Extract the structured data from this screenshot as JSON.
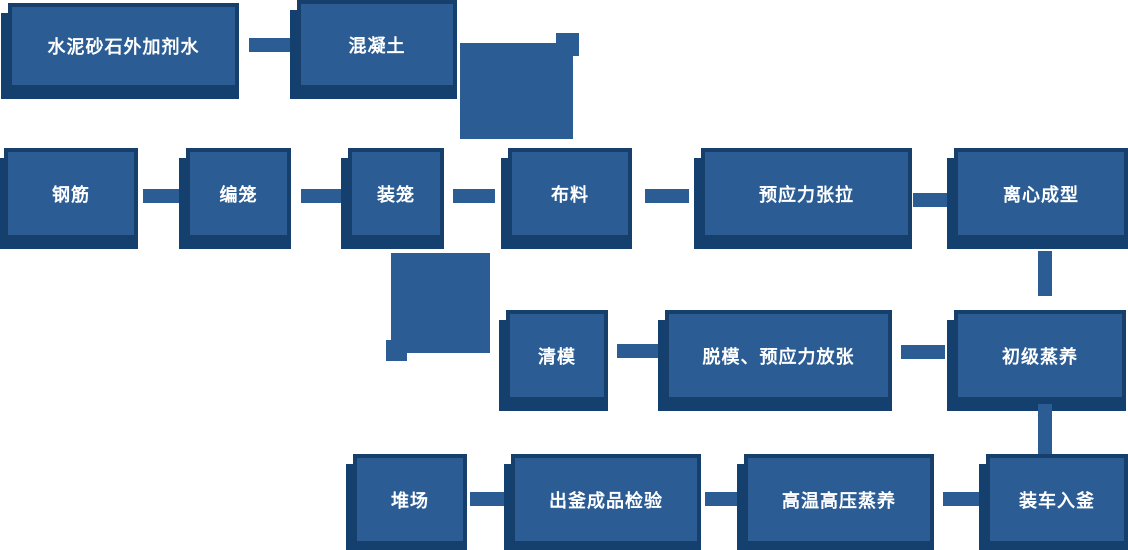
{
  "diagram": {
    "description": "Manufacturing process flowchart (prestressed concrete product production)",
    "colors": {
      "box_fill": "#2B5C94",
      "box_border": "#173F6B",
      "box_shadow": "#13406E",
      "connector": "#2B5C94",
      "text": "#FFFFFF",
      "background": "#FFFFFF"
    },
    "nodes": [
      {
        "id": "raw-materials",
        "label": "水泥砂石外加剂水"
      },
      {
        "id": "concrete",
        "label": "混凝土"
      },
      {
        "id": "steel-bar",
        "label": "钢筋"
      },
      {
        "id": "cage-weaving",
        "label": "编笼"
      },
      {
        "id": "cage-loading",
        "label": "装笼"
      },
      {
        "id": "material-distribution",
        "label": "布料"
      },
      {
        "id": "prestress-tensioning",
        "label": "预应力张拉"
      },
      {
        "id": "centrifugal-forming",
        "label": "离心成型"
      },
      {
        "id": "mold-cleaning",
        "label": "清模"
      },
      {
        "id": "demolding-prestress-release",
        "label": "脱模、预应力放张"
      },
      {
        "id": "primary-steam-curing",
        "label": "初级蒸养"
      },
      {
        "id": "stockyard",
        "label": "堆场"
      },
      {
        "id": "autoclave-product-inspection",
        "label": "出釜成品检验"
      },
      {
        "id": "high-temp-high-pressure-curing",
        "label": "高温高压蒸养"
      },
      {
        "id": "loading-into-autoclave",
        "label": "装车入釜"
      }
    ],
    "edges": [
      {
        "from": "raw-materials",
        "to": "concrete"
      },
      {
        "from": "concrete",
        "to": "material-distribution"
      },
      {
        "from": "steel-bar",
        "to": "cage-weaving"
      },
      {
        "from": "cage-weaving",
        "to": "cage-loading"
      },
      {
        "from": "cage-loading",
        "to": "material-distribution"
      },
      {
        "from": "material-distribution",
        "to": "prestress-tensioning"
      },
      {
        "from": "prestress-tensioning",
        "to": "centrifugal-forming"
      },
      {
        "from": "centrifugal-forming",
        "to": "primary-steam-curing"
      },
      {
        "from": "primary-steam-curing",
        "to": "demolding-prestress-release"
      },
      {
        "from": "demolding-prestress-release",
        "to": "mold-cleaning"
      },
      {
        "from": "mold-cleaning",
        "to": "cage-loading"
      },
      {
        "from": "primary-steam-curing",
        "to": "loading-into-autoclave"
      },
      {
        "from": "loading-into-autoclave",
        "to": "high-temp-high-pressure-curing"
      },
      {
        "from": "high-temp-high-pressure-curing",
        "to": "autoclave-product-inspection"
      },
      {
        "from": "autoclave-product-inspection",
        "to": "stockyard"
      }
    ]
  }
}
